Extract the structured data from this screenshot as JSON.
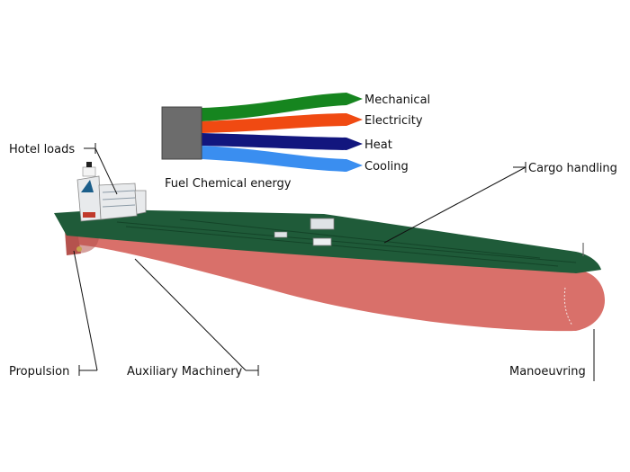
{
  "diagram": {
    "source_label": "Fuel Chemical energy",
    "energy_flows": [
      {
        "label": "Mechanical",
        "color": "#16851f"
      },
      {
        "label": "Electricity",
        "color": "#f04a12"
      },
      {
        "label": "Heat",
        "color": "#12167e"
      },
      {
        "label": "Cooling",
        "color": "#3a8ef0"
      }
    ],
    "source_box_color": "#6c6c6c",
    "consumers": {
      "hotel_loads": "Hotel loads",
      "cargo_handling": "Cargo handling",
      "propulsion": "Propulsion",
      "auxiliary_machinery": "Auxiliary Machinery",
      "manoeuvring": "Manoeuvring"
    },
    "ship_colors": {
      "deck": "#1f5b39",
      "hull": "#d9706a",
      "hull_shadow": "#b5524d",
      "superstructure": "#e8eaec"
    }
  }
}
